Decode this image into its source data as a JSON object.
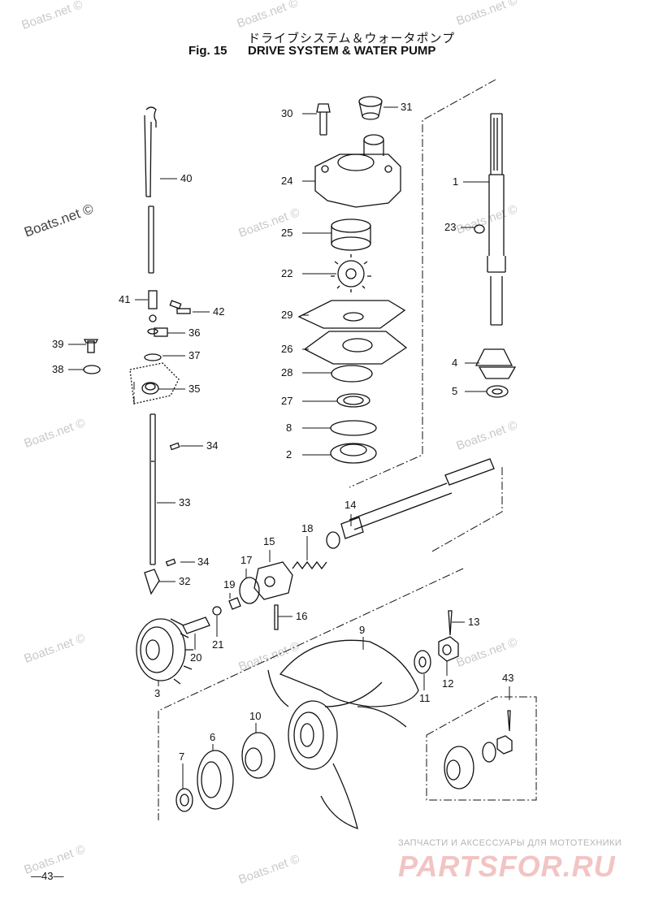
{
  "header": {
    "title_jp": "ドライブシステム＆ウォータポンプ",
    "fig_label": "Fig. 15",
    "title_en": "DRIVE SYSTEM & WATER PUMP"
  },
  "watermarks": {
    "faint": "Boats.net ©",
    "dark": "Boats.net ©"
  },
  "parts": [
    "30",
    "31",
    "24",
    "1",
    "40",
    "25",
    "23",
    "22",
    "41",
    "42",
    "29",
    "36",
    "39",
    "37",
    "26",
    "4",
    "38",
    "35",
    "28",
    "27",
    "5",
    "8",
    "34a",
    "2",
    "14",
    "33",
    "15",
    "18",
    "34b",
    "17",
    "32",
    "19",
    "16",
    "9",
    "13",
    "21",
    "20",
    "3",
    "11",
    "12",
    "43",
    "10",
    "6",
    "7"
  ],
  "part_labels": {
    "p30": "30",
    "p31": "31",
    "p24": "24",
    "p1": "1",
    "p40": "40",
    "p25": "25",
    "p23": "23",
    "p22": "22",
    "p41": "41",
    "p42": "42",
    "p29": "29",
    "p36": "36",
    "p39": "39",
    "p37": "37",
    "p26": "26",
    "p4": "4",
    "p38": "38",
    "p35": "35",
    "p28": "28",
    "p27": "27",
    "p5": "5",
    "p8": "8",
    "p34a": "34",
    "p2": "2",
    "p14": "14",
    "p33": "33",
    "p15": "15",
    "p18": "18",
    "p34b": "34",
    "p17": "17",
    "p32": "32",
    "p19": "19",
    "p16": "16",
    "p9": "9",
    "p13": "13",
    "p21": "21",
    "p20": "20",
    "p3": "3",
    "p11": "11",
    "p12": "12",
    "p43": "43",
    "p10": "10",
    "p6": "6",
    "p7": "7"
  },
  "footer": {
    "page_number": "—43—",
    "brand_tagline": "ЗАПЧАСТИ И АКСЕССУАРЫ ДЛЯ МОТОТЕХНИКИ",
    "brand_logo": "PARTSFOR.RU"
  },
  "colors": {
    "line": "#111111",
    "watermark": "#c9c9c9",
    "brand": "#f2c4c4"
  }
}
